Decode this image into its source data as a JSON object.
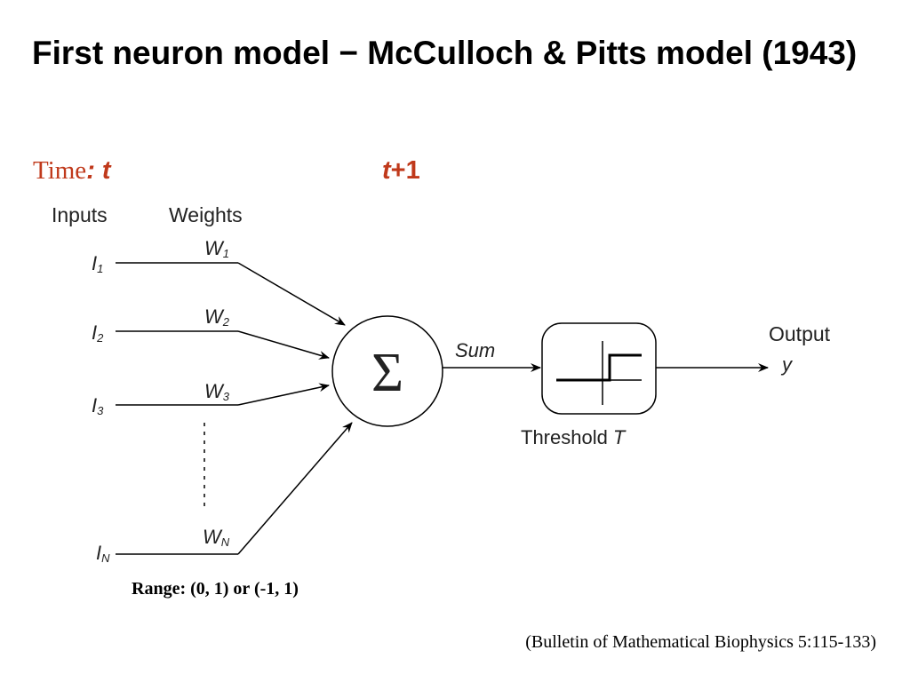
{
  "slide": {
    "title": "First neuron model − McCulloch & Pitts model (1943)",
    "time": {
      "label": "Time",
      "colon_t": ": t",
      "t_next": "t+1",
      "t_var": "t",
      "t_plus": "+1"
    },
    "range_text": "Range: (0, 1) or (-1, 1)",
    "citation": "(Bulletin of Mathematical Biophysics 5:115-133)"
  },
  "diagram": {
    "inputs_header": "Inputs",
    "weights_header": "Weights",
    "inputs": [
      {
        "base": "I",
        "sub": "1"
      },
      {
        "base": "I",
        "sub": "2"
      },
      {
        "base": "I",
        "sub": "3"
      },
      {
        "base": "I",
        "sub": "N"
      }
    ],
    "weights": [
      {
        "base": "W",
        "sub": "1"
      },
      {
        "base": "W",
        "sub": "2"
      },
      {
        "base": "W",
        "sub": "3"
      },
      {
        "base": "W",
        "sub": "N"
      }
    ],
    "sum_symbol": "Σ",
    "sum_label": "Sum",
    "threshold_label": "Threshold",
    "threshold_var": "T",
    "output_label": "Output",
    "output_var": "y",
    "colors": {
      "accent": "#c0391b",
      "line": "#000000",
      "text": "#222222"
    }
  }
}
